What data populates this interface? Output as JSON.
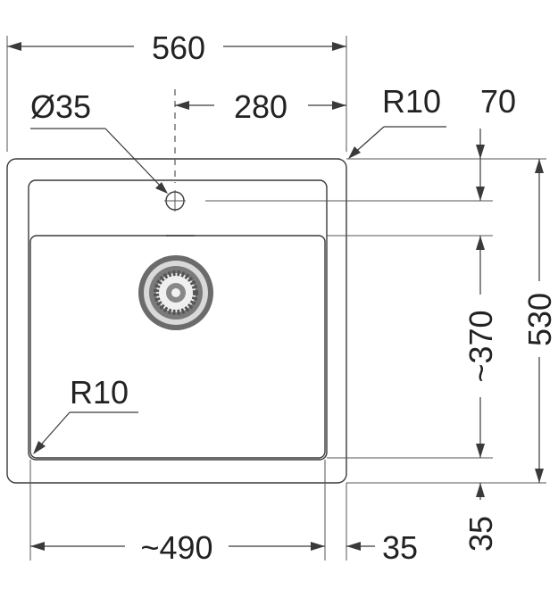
{
  "diagram": {
    "dimensions": {
      "overall_width": "560",
      "tap_hole_diameter": "Ø35",
      "tap_hole_offset": "280",
      "outer_corner_radius": "R10",
      "back_edge_to_tap": "70",
      "bowl_depth": "~370",
      "overall_depth": "530",
      "front_rim": "35",
      "inner_corner_radius": "R10",
      "bowl_width": "~490",
      "side_rim": "35"
    }
  }
}
